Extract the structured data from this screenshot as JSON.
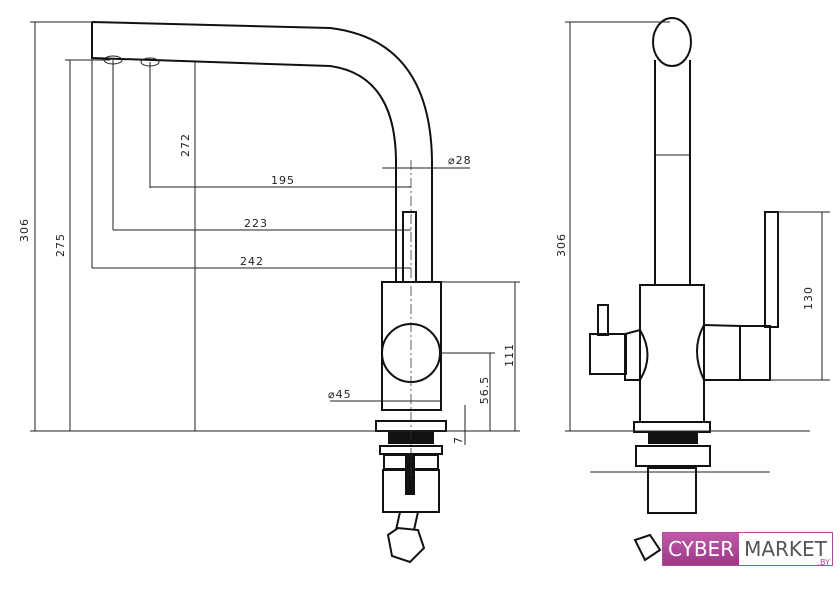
{
  "side_view": {
    "dimensions": [
      "306",
      "275",
      "272",
      "195",
      "⌀28",
      "223",
      "242",
      "111",
      "56.5",
      "⌀45",
      "7"
    ]
  },
  "front_view": {
    "dimensions": [
      "306",
      "130"
    ]
  },
  "logo": {
    "part1": "CYBER",
    "part2": "MARKET",
    "suffix": ".BY"
  }
}
